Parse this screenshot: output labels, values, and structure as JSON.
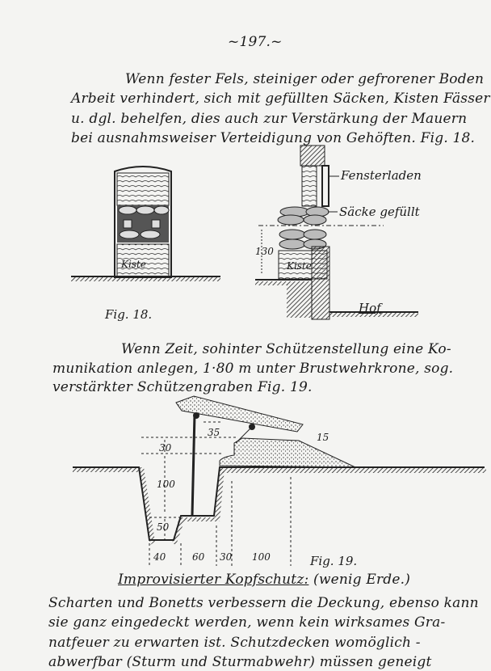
{
  "page_number": "~197.~",
  "paragraph1": [
    "Wenn fester Fels, steiniger oder gefrorener Boden",
    "Arbeit verhindert, sich mit gefüllten Säcken, Kisten Fässern",
    "u. dgl. behelfen, dies auch zur Verstärkung der Mauern",
    "bei ausnahmsweiser Verteidigung von Gehöften. Fig. 18."
  ],
  "figure18": {
    "caption": "Fig. 18.",
    "box_label": "Kiste",
    "labels": {
      "shutter": "Fensterladen",
      "sacks": "Säcke gefüllt",
      "height": "130",
      "yard": "Hof"
    }
  },
  "paragraph2": [
    "Wenn Zeit, sohinter Schützenstellung eine Ko-",
    "munikation anlegen, 1·80 m unter Brustwehrkrone, sog.",
    "verstärkter Schützengraben Fig. 19."
  ],
  "figure19": {
    "caption": "Fig. 19.",
    "dims": {
      "d35": "35",
      "d30": "30",
      "d100": "100",
      "d50": "50",
      "d15": "15"
    },
    "bottom_dims": [
      "40",
      "60",
      "30",
      "100"
    ]
  },
  "heading": {
    "main": "Improvisierter Kopfschutz:",
    "note": "(wenig Erde.)"
  },
  "paragraph3": [
    "Scharten und Bonetts verbessern die Deckung, ebenso kann",
    "sie ganz eingedeckt werden, wenn kein wirksames Gra-",
    "natfeuer zu erwarten ist. Schutzdecken womöglich -",
    "abwerfbar (Sturm und Sturmabwehr) müssen geneigt"
  ]
}
